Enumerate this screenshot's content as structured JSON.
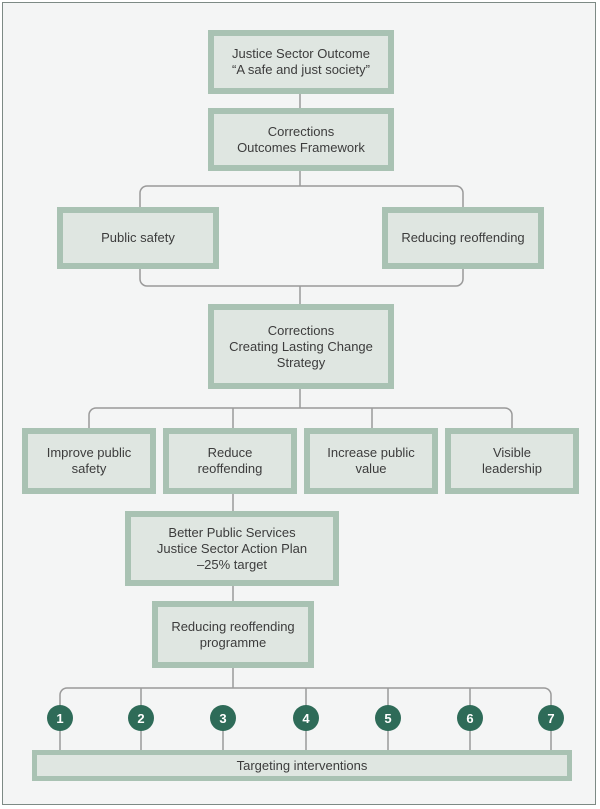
{
  "diagram": {
    "outcome": {
      "line1": "Justice Sector Outcome",
      "line2": "“A safe and just society”"
    },
    "framework": {
      "line1": "Corrections",
      "line2": "Outcomes Framework"
    },
    "branch_left": "Public safety",
    "branch_right": "Reducing reoffending",
    "strategy": {
      "line1": "Corrections",
      "line2": "Creating Lasting Change",
      "line3": "Strategy"
    },
    "priorities": [
      {
        "line1": "Improve public",
        "line2": "safety"
      },
      {
        "line1": "Reduce",
        "line2": "reoffending"
      },
      {
        "line1": "Increase public",
        "line2": "value"
      },
      {
        "line1": "Visible",
        "line2": "leadership"
      }
    ],
    "bps": {
      "line1": "Better Public Services",
      "line2": "Justice Sector Action Plan",
      "line3": "–25% target"
    },
    "programme": {
      "line1": "Reducing reoffending",
      "line2": "programme"
    },
    "interventions": [
      "1",
      "2",
      "3",
      "4",
      "5",
      "6",
      "7"
    ],
    "targeting": "Targeting interventions"
  },
  "colors": {
    "box_fill": "#dfe6e1",
    "box_border": "#a9c2b3",
    "node_fill": "#2e6b58",
    "connector": "#9a9a9a"
  }
}
